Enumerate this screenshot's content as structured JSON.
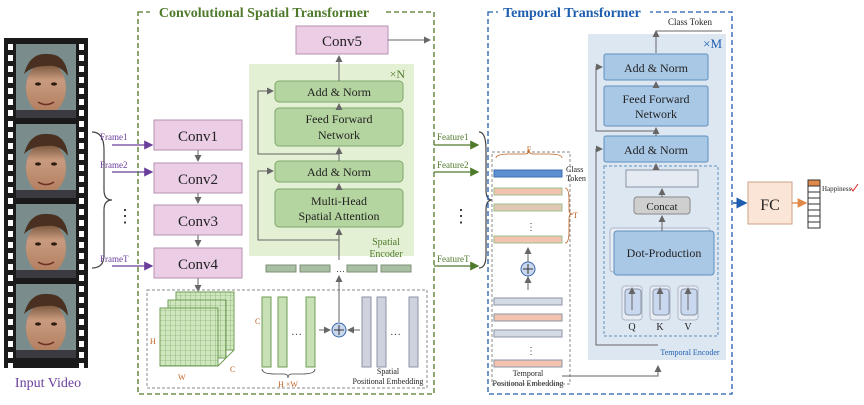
{
  "title_spatial": "Convolutional Spatial Transformer",
  "title_temporal": "Temporal Transformer",
  "input_label": "Input Video",
  "frames": [
    "Frame1",
    "Frame2",
    "FrameT"
  ],
  "frames_dots": "⋮",
  "conv_blocks": [
    "Conv1",
    "Conv2",
    "Conv3",
    "Conv4",
    "Conv5"
  ],
  "spatial_encoder": {
    "repeat": "×N",
    "add_norm": "Add & Norm",
    "ffn_line1": "Feed Forward",
    "ffn_line2": "Network",
    "attn_line1": "Multi-Head",
    "attn_line2": "Spatial Attention",
    "name_line1": "Spatial",
    "name_line2": "Encoder"
  },
  "spatial_embed": {
    "c_label": "C",
    "h_label": "H",
    "w_label": "W",
    "hw_label": "H ×W",
    "dots": "…",
    "emb_line1": "Spatial",
    "emb_line2": "Positional Embedding"
  },
  "features": [
    "Feature1",
    "Feature2",
    "FeatureT"
  ],
  "temporal_inputs": {
    "f_label": "F",
    "t_label": "T",
    "class_token_line1": "Class",
    "class_token_line2": "Token",
    "emb_line1": "Temporal",
    "emb_line2": "Positional Embedding"
  },
  "temporal_encoder": {
    "repeat": "×M",
    "class_token_out": "Class Token",
    "add_norm": "Add & Norm",
    "ffn_line1": "Feed Forward",
    "ffn_line2": "Network",
    "concat": "Concat",
    "dot_production": "Dot-Production",
    "q": "Q",
    "k": "K",
    "v": "V",
    "name": "Temporal Encoder"
  },
  "fc": "FC",
  "output": "Happiness",
  "colors": {
    "spatial_green": "#4f7a2b",
    "temporal_blue": "#1f5fb0",
    "frame_purple": "#6a3d9a",
    "conv_fill": "#ebcde6",
    "spatial_panel": "#e3f0d4",
    "green_box": "#b5d5a0",
    "temporal_panel": "#dde7f2",
    "blue_box": "#a9c8e6",
    "fc_fill": "#fbe5d6"
  }
}
